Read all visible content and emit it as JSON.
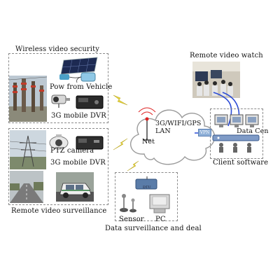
{
  "panels": {
    "wireless": {
      "title": "Wireless video security",
      "power_label": "Pow from Vehicle",
      "dvr_label": "3G mobile DVR"
    },
    "surveillance": {
      "title": "Remote video surveillance",
      "ptz_label": "PTZ camera",
      "dvr_label": "3G mobile DVR"
    },
    "data": {
      "title": "Data surveillance and deal",
      "dtu_label": "DTU",
      "sensor_label": "Sensor",
      "pc_label": "PC"
    },
    "client": {
      "title": "Client software",
      "data_center_label": "Data Cen"
    },
    "watch": {
      "title": "Remote video watch"
    }
  },
  "cloud": {
    "line1": "3G/WIFI/GPS",
    "line2": "LAN",
    "line3": "Net"
  },
  "link_badge": "VPN",
  "colors": {
    "border": "#8a8a8a",
    "bolt": "#e6d43a",
    "blue_line": "#2b4bd6",
    "cloud_edge": "#9a9a9a"
  }
}
